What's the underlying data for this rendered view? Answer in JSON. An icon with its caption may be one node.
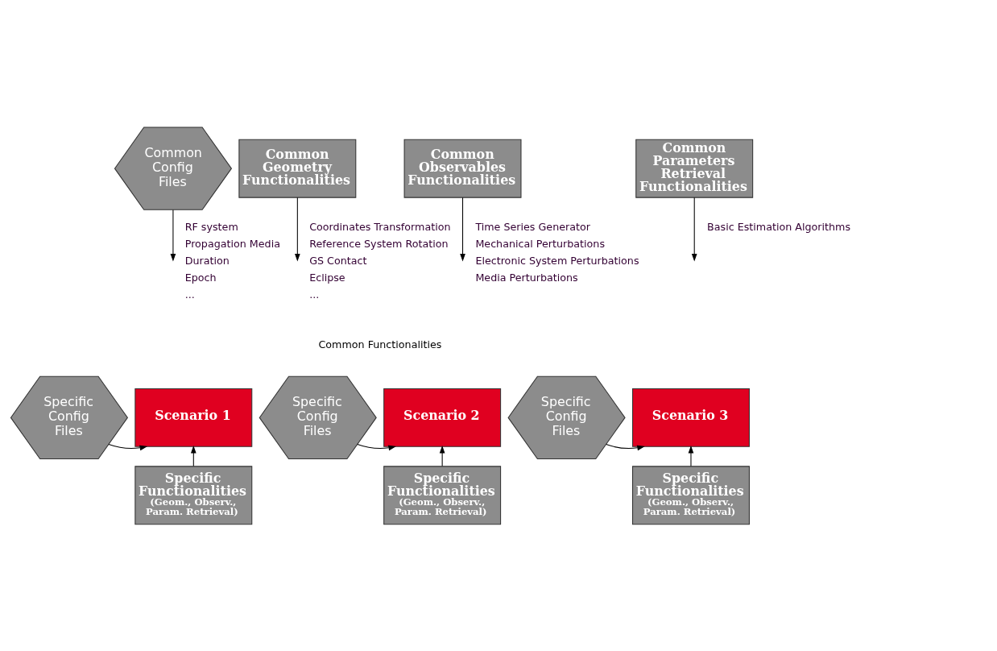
{
  "diagram": {
    "nodes": [
      {
        "text": [
          "Common Config Files"
        ],
        "beside": [
          "RF system",
          "Propagation Media",
          "Duration",
          "Epoch",
          "..."
        ]
      },
      {
        "text": [
          "Common Geometry Functionalities"
        ],
        "beside": [
          "Coordinates Transformation",
          "Reference System Rotation",
          "GS Contact",
          "Eclipse",
          "..."
        ]
      },
      {
        "text": [
          "Common Observables Functionalities"
        ],
        "beside": [
          "Time Series Generator",
          "Mechanical Perturbations",
          "Electronic System Perturbations",
          "Media Perturbations"
        ]
      },
      {
        "text": [
          "Common Parameters Retrieval Functionalities"
        ],
        "beside": [
          "Basic Estimation Algorithms"
        ]
      },
      {
        "text": [
          "Specific Config Files"
        ]
      },
      {
        "text": [
          "Scenario 1"
        ]
      },
      {
        "text": [
          "Specific Config Files"
        ]
      },
      {
        "text": [
          "Scenario 2"
        ]
      },
      {
        "text": [
          "Specific Config Files"
        ]
      },
      {
        "text": [
          "Scenario 3"
        ]
      },
      {
        "text": [
          "Specific Functionalities",
          "(Geom., Observ., Param. Retrieval)"
        ]
      },
      {
        "text": [
          "Specific Functionalities",
          "(Geom., Observ., Param. Retrieval)"
        ]
      },
      {
        "text": [
          "Specific Functionalities",
          "(Geom., Observ., Param. Retrieval)"
        ]
      }
    ],
    "edges": [
      {
        "from": 0,
        "to": null,
        "arrow": "to"
      },
      {
        "from": 1,
        "to": null,
        "arrow": "to"
      },
      {
        "from": 2,
        "to": null,
        "arrow": "to"
      },
      {
        "from": 3,
        "to": null,
        "arrow": "to"
      },
      {
        "from": 4,
        "to": 5,
        "arrow": "to"
      },
      {
        "from": 6,
        "to": 7,
        "arrow": "to"
      },
      {
        "from": 8,
        "to": 9,
        "arrow": "to"
      },
      {
        "from": 10,
        "to": 5,
        "arrow": "to"
      },
      {
        "from": 11,
        "to": 7,
        "arrow": "to"
      },
      {
        "from": 12,
        "to": 9,
        "arrow": "to"
      }
    ],
    "labels": [
      "Common Functionalities"
    ]
  }
}
